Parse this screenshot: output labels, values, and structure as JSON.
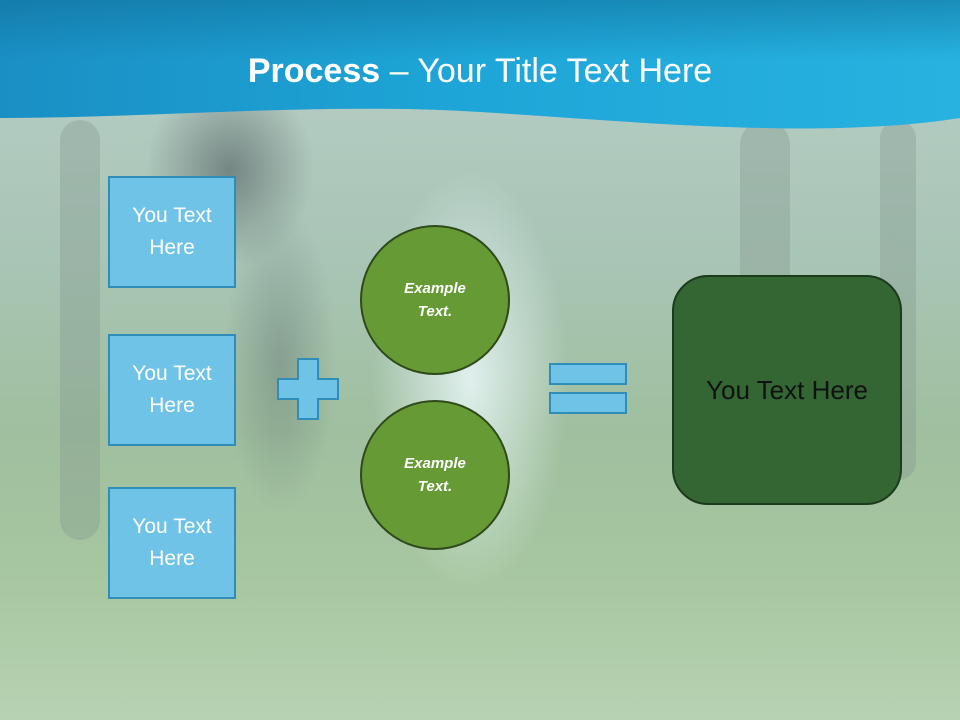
{
  "slide": {
    "title_bold": "Process",
    "title_rest": " – Your Title Text Here"
  },
  "inputs": [
    {
      "label": "You Text Here"
    },
    {
      "label": "You Text Here"
    },
    {
      "label": "You Text Here"
    }
  ],
  "operands": [
    {
      "label": "Example Text."
    },
    {
      "label": "Example Text."
    }
  ],
  "result": {
    "label": "You Text Here"
  },
  "icons": {
    "operator_plus": "plus-icon",
    "operator_equals": "equals-icon"
  },
  "colors": {
    "header_blue": "#1ea3d4",
    "input_box_fill": "#6ec3e6",
    "operand_circle_fill": "#669a34",
    "result_box_fill": "#336633"
  }
}
